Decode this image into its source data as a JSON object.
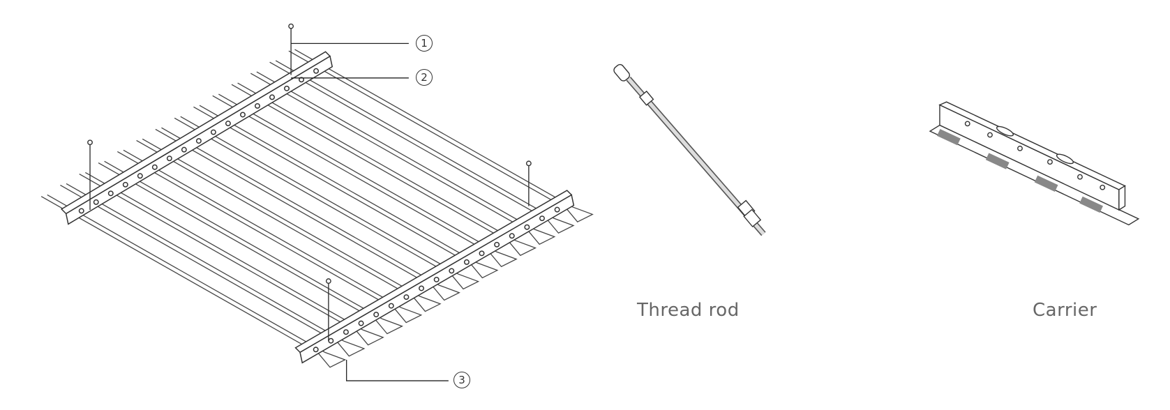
{
  "callouts": [
    {
      "number": "1"
    },
    {
      "number": "2"
    },
    {
      "number": "3"
    }
  ],
  "parts": {
    "thread_rod_label": "Thread rod",
    "carrier_label": "Carrier"
  },
  "colors": {
    "line": "#333333",
    "label": "#666666"
  }
}
